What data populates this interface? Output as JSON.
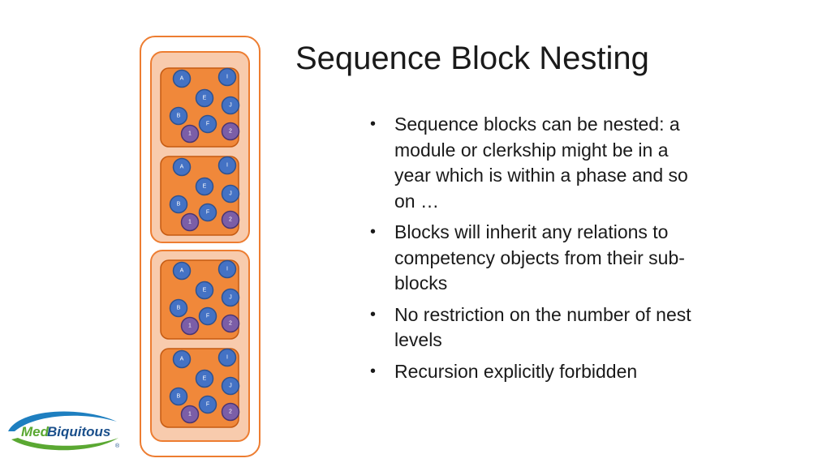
{
  "slide": {
    "title": "Sequence Block Nesting",
    "bullets": [
      "Sequence blocks can be nested: a module or clerkship might be in a year which is within a phase and so on …",
      "Blocks will inherit any relations to competency objects from their sub-blocks",
      "No restriction on the number of nest levels",
      "Recursion explicitly forbidden"
    ]
  },
  "diagram": {
    "colors": {
      "outer_stroke": "#ed7d31",
      "mid_fill": "#f8cbad",
      "inner_fill": "#f0883a",
      "node_blue": "#4472c4",
      "node_purple": "#7b5ea7"
    },
    "node_labels": [
      "A",
      "I",
      "E",
      "J",
      "B",
      "F",
      "1",
      "2"
    ]
  },
  "logo": {
    "text_med": "Med",
    "text_biquitous": "Biquitous",
    "trademark": "®"
  }
}
